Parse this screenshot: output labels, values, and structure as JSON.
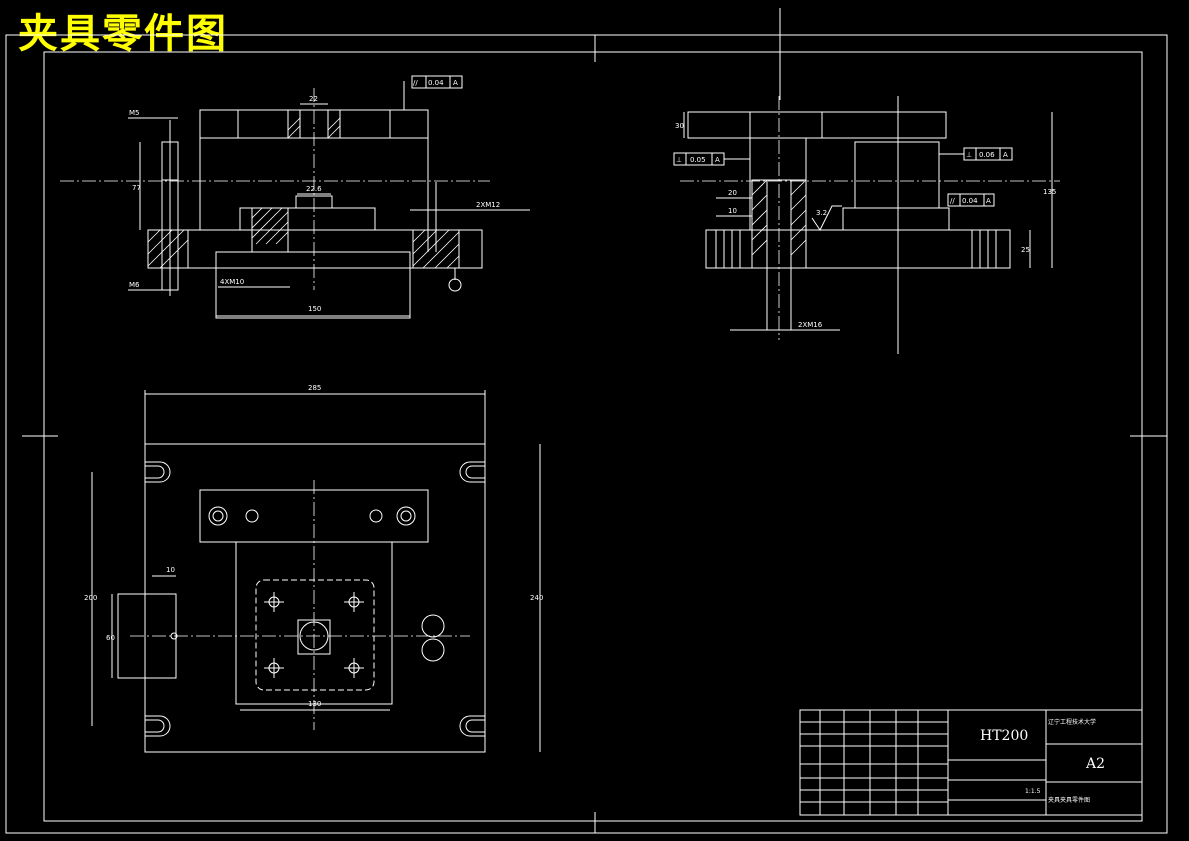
{
  "title": "夹具零件图",
  "colors": {
    "background": "#000000",
    "lines": "#ffffff",
    "title": "#ffff00"
  },
  "front_view": {
    "dim_22": "22",
    "dim_22_6": "22.6",
    "dim_150": "150",
    "dim_M5": "M5",
    "dim_M6": "M6",
    "dim_77": "77",
    "dim_4xM10": "4XM10",
    "dim_2xM12": "2XM12",
    "tol_parallel": "0.04",
    "datum_a": "A"
  },
  "side_view": {
    "dim_30": "30",
    "dim_20": "20",
    "dim_10": "10",
    "dim_135": "135",
    "dim_25": "25",
    "dim_2xM16": "2XM16",
    "tol_perp_left": "0.05",
    "tol_perp_right": "0.06",
    "tol_parallel": "0.04",
    "datum_a": "A",
    "roughness": "3.2"
  },
  "top_view": {
    "dim_285": "285",
    "dim_240": "240",
    "dim_200": "200",
    "dim_10": "10",
    "dim_60": "60",
    "dim_130": "130"
  },
  "title_block": {
    "material": "HT200",
    "school": "辽宁工程技术大学",
    "sheet_size": "A2",
    "drawing_name": "夹具夹具零件图",
    "scale": "1:1.5"
  }
}
